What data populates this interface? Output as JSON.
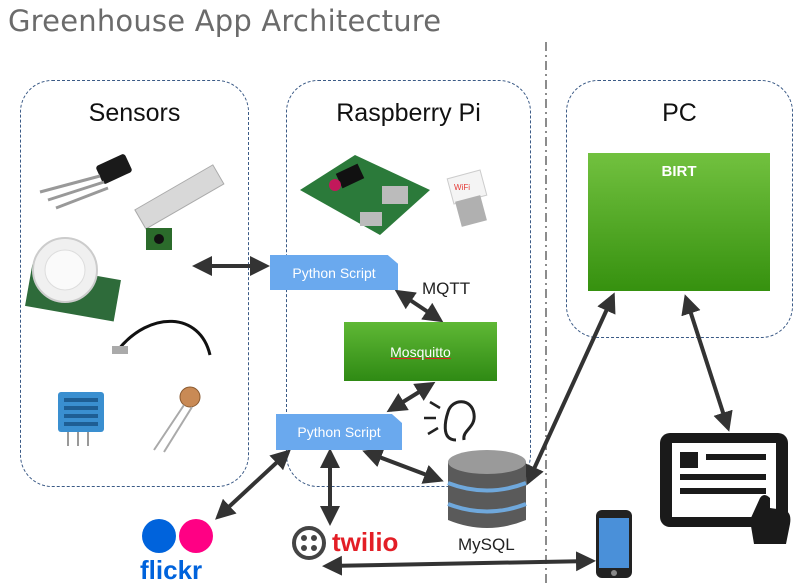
{
  "title": "Greenhouse App Architecture",
  "panels": {
    "sensors": "Sensors",
    "raspberry_pi": "Raspberry Pi",
    "pc": "PC"
  },
  "nodes": {
    "python_script_1": "Python Script",
    "mqtt": "MQTT",
    "mosquitto": "Mosquitto",
    "python_script_2": "Python Script",
    "birt": "BIRT",
    "mysql": "MySQL",
    "twilio": "twilio",
    "flickr": "flickr"
  },
  "colors": {
    "panel_border": "#3b5a86",
    "script_blue": "#6aa9ee",
    "green": "#4caf25",
    "arrow": "#333333",
    "flickr_blue": "#0063dc",
    "flickr_pink": "#ff0084",
    "twilio_red": "#e31e26"
  },
  "icons": [
    "temperature-sensor-icon",
    "camera-module-icon",
    "pir-sensor-icon",
    "probe-sensor-icon",
    "humidity-sensor-icon",
    "photoresistor-icon",
    "raspberry-pi-board-icon",
    "wifi-dongle-icon",
    "ear-icon",
    "database-icon",
    "documents-icon",
    "tablet-icon",
    "smartphone-icon"
  ]
}
